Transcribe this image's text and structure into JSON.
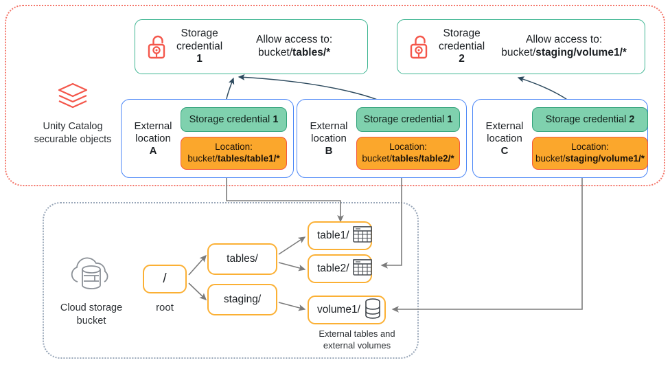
{
  "regions": {
    "unity_catalog": {
      "legend_line1": "Unity Catalog",
      "legend_line2": "securable objects",
      "icon": "databricks-logo-icon",
      "border_color": "#f4766a"
    },
    "cloud_storage": {
      "legend_line1": "Cloud storage",
      "legend_line2": "bucket",
      "icon": "cloud-database-icon",
      "border_color": "#98a6b8"
    }
  },
  "storage_credentials": [
    {
      "icon": "open-padlock-icon",
      "title_line1": "Storage",
      "title_line2": "credential",
      "number": "1",
      "access_line1": "Allow access to:",
      "access_prefix": "bucket/",
      "access_bold": "tables/*"
    },
    {
      "icon": "open-padlock-icon",
      "title_line1": "Storage",
      "title_line2": "credential",
      "number": "2",
      "access_line1": "Allow access to:",
      "access_prefix": "bucket/",
      "access_bold": "staging/volume1/*"
    }
  ],
  "external_locations": [
    {
      "label_line1": "External",
      "label_line2": "location",
      "letter": "A",
      "credential_prefix": "Storage credential ",
      "credential_number": "1",
      "location_title": "Location:",
      "location_prefix": "bucket/",
      "location_bold": "tables/table1/*"
    },
    {
      "label_line1": "External",
      "label_line2": "location",
      "letter": "B",
      "credential_prefix": "Storage credential ",
      "credential_number": "1",
      "location_title": "Location:",
      "location_prefix": "bucket/",
      "location_bold": "tables/table2/*"
    },
    {
      "label_line1": "External",
      "label_line2": "location",
      "letter": "C",
      "credential_prefix": "Storage credential ",
      "credential_number": "2",
      "location_title": "Location:",
      "location_prefix": "bucket/",
      "location_bold": "staging/volume1/*"
    }
  ],
  "bucket_tree": {
    "root": {
      "label": "/",
      "caption": "root"
    },
    "branches": [
      {
        "label": "tables/"
      },
      {
        "label": "staging/"
      }
    ],
    "leaves": [
      {
        "label": "table1/",
        "icon": "table-grid-icon"
      },
      {
        "label": "table2/",
        "icon": "table-grid-icon"
      },
      {
        "label": "volume1/",
        "icon": "volume-cylinder-icon"
      }
    ],
    "caption_line1": "External tables and",
    "caption_line2": "external volumes"
  },
  "colors": {
    "credential_border": "#3bb490",
    "location_border": "#4a86f7",
    "chip_green_fill": "#7fd1ae",
    "chip_orange_fill": "#fba72c",
    "tree_border": "#fbb034",
    "arrow_dark": "#2d4a5e",
    "arrow_gray": "#7b7b7b",
    "brand_red": "#f4564a"
  }
}
